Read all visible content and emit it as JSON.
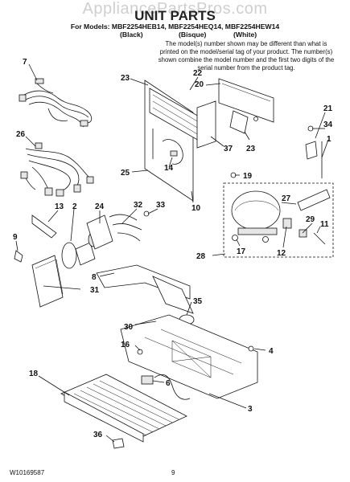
{
  "watermark": "AppliancePartsPros.com",
  "header": {
    "title": "UNIT PARTS",
    "models": "For Models: MBF2254HEB14, MBF2254HEQ14, MBF2254HEW14",
    "colors": [
      "(Black)",
      "(Bisque)",
      "(White)"
    ],
    "note": "The model(s) number shown may be different than what is printed on the model/serial tag of your product. The number(s) shown combine the model number and the first two digits of the serial number from the product tag."
  },
  "callouts": {
    "c1": "1",
    "c2": "2",
    "c3": "3",
    "c4": "4",
    "c6": "6",
    "c7": "7",
    "c8": "8",
    "c9": "9",
    "c10": "10",
    "c11": "11",
    "c12": "12",
    "c13": "13",
    "c14": "14",
    "c16": "16",
    "c17": "17",
    "c18": "18",
    "c19": "19",
    "c20": "20",
    "c21": "21",
    "c22": "22",
    "c23a": "23",
    "c23b": "23",
    "c24": "24",
    "c25": "25",
    "c26": "26",
    "c27": "27",
    "c28": "28",
    "c29": "29",
    "c30": "30",
    "c31": "31",
    "c32": "32",
    "c33": "33",
    "c34": "34",
    "c35": "35",
    "c36": "36",
    "c37": "37"
  },
  "footer": {
    "doc_number": "W10169587",
    "page_number": "9"
  }
}
